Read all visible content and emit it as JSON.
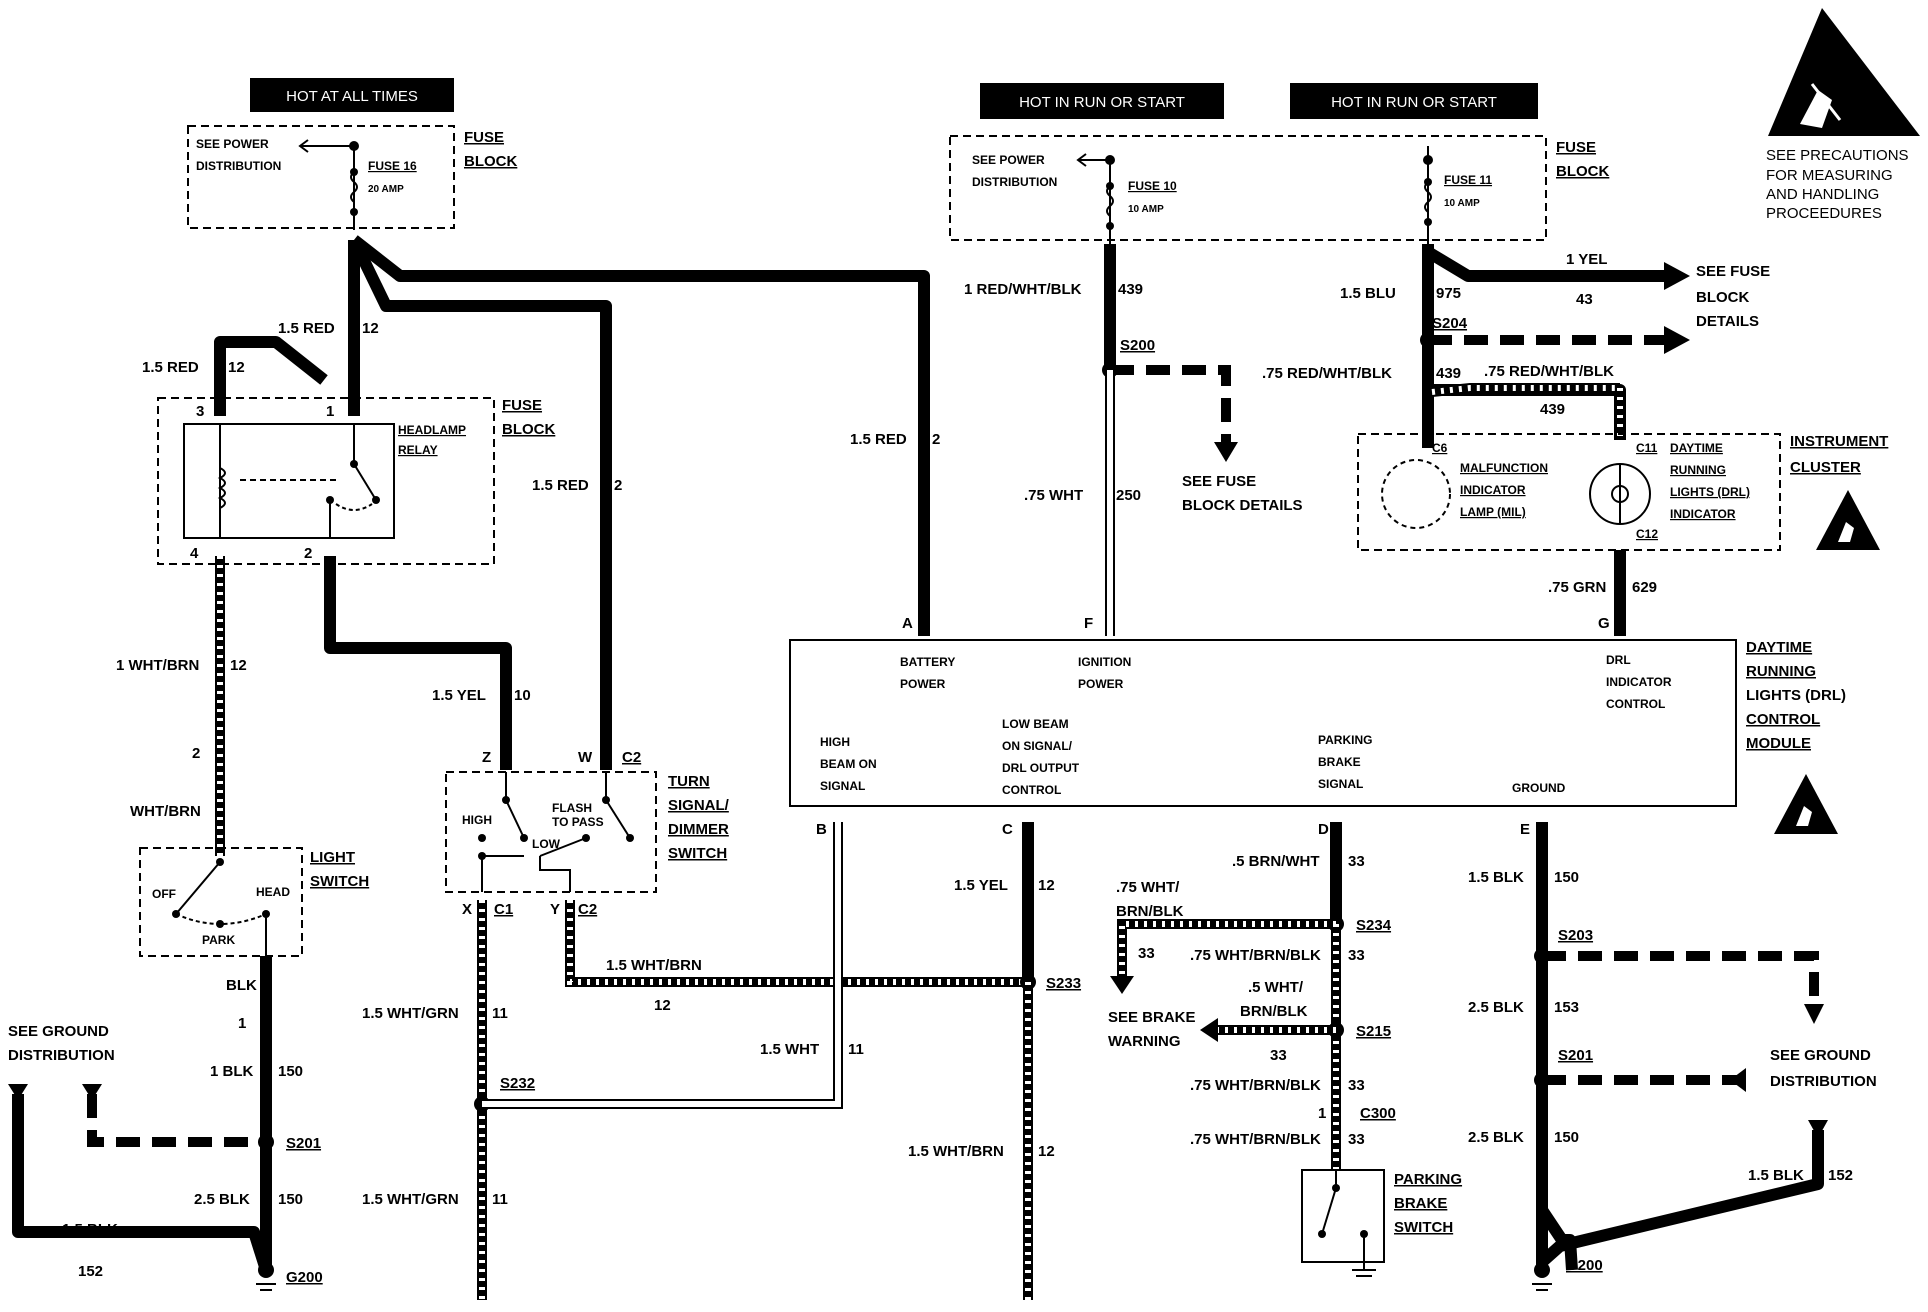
{
  "banners": {
    "hot_all": "HOT AT ALL TIMES",
    "hot_run1": "HOT IN RUN OR START",
    "hot_run2": "HOT IN RUN OR START"
  },
  "precautions": {
    "l1": "SEE PRECAUTIONS",
    "l2": "FOR MEASURING",
    "l3": "AND HANDLING",
    "l4": "PROCEEDURES"
  },
  "fuse_block_left": {
    "see1": "SEE POWER",
    "see2": "DISTRIBUTION",
    "fuse": "FUSE 16",
    "amp": "20 AMP",
    "title1": "FUSE",
    "title2": "BLOCK"
  },
  "fuse_block_right": {
    "see1": "SEE POWER",
    "see2": "DISTRIBUTION",
    "fuse10": "FUSE 10",
    "amp10": "10 AMP",
    "fuse11": "FUSE 11",
    "amp11": "10 AMP",
    "title1": "FUSE",
    "title2": "BLOCK"
  },
  "relay": {
    "title1": "FUSE",
    "title2": "BLOCK",
    "name1": "HEADLAMP",
    "name2": "RELAY",
    "p3": "3",
    "p1": "1",
    "p4": "4",
    "p2": "2"
  },
  "wires": {
    "red12a": "1.5 RED",
    "n12a": "12",
    "red12b": "1.5 RED",
    "n12b": "12",
    "red2a": "1.5 RED",
    "n2a": "2",
    "red2b": "1.5 RED",
    "n2b": "2",
    "whtbrn12": "1 WHT/BRN",
    "n_whtbrn12": "12",
    "conn2": "2",
    "whtbrn": "WHT/BRN",
    "yel10": "1.5 YEL",
    "n_yel10": "10",
    "blk": "BLK",
    "conn1": "1",
    "blk150a": "1 BLK",
    "n150a": "150",
    "blk150b": "2.5 BLK",
    "n150b": "150",
    "blk152": "1.5 BLK",
    "n152": "152",
    "whtgrn11a": "1.5 WHT/GRN",
    "n11a": "11",
    "whtgrn11b": "1.5 WHT/GRN",
    "n11b": "11",
    "whtbrn12c": "1.5 WHT/BRN",
    "n12c": "12",
    "wht11": "1.5 WHT",
    "n11c": "11",
    "yel12": "1.5 YEL",
    "n_yel12": "12",
    "whtbrn12d": "1.5 WHT/BRN",
    "n12d": "12",
    "redwhtblk439": "1 RED/WHT/BLK",
    "n439": "439",
    "wht250": ".75 WHT",
    "n250": "250",
    "blu975": "1.5 BLU",
    "n975": "975",
    "yel43": "1 YEL",
    "n43": "43",
    "rwb439a": ".75 RED/WHT/BLK",
    "n439a": "439",
    "rwb439b": ".75 RED/WHT/BLK",
    "n439b": "439",
    "grn629": ".75 GRN",
    "n629": "629",
    "brnwht33": ".5 BRN/WHT",
    "n33a": "33",
    "wbb33a1": ".75 WHT/",
    "wbb33a2": "BRN/BLK",
    "n33b": "33",
    "wbb33c": ".75 WHT/BRN/BLK",
    "n33c": "33",
    "wbb33d1": ".5 WHT/",
    "wbb33d2": "BRN/BLK",
    "n33d": "33",
    "wbb33e": ".75 WHT/BRN/BLK",
    "n33e": "33",
    "wbb33f": ".75 WHT/BRN/BLK",
    "n33f": "33",
    "blk150c": "1.5 BLK",
    "n150c": "150",
    "blk153": "2.5 BLK",
    "n153": "153",
    "blk150d": "2.5 BLK",
    "n150d": "150",
    "blk152b": "1.5 BLK",
    "n152b": "152"
  },
  "splices": {
    "s200": "S200",
    "s204": "S204",
    "s201a": "S201",
    "s232": "S232",
    "s233": "S233",
    "s234": "S234",
    "s215": "S215",
    "s203": "S203",
    "s201b": "S201",
    "c300": "C300",
    "c300n": "1"
  },
  "grounds": {
    "g200a": "G200",
    "g200b": "G200"
  },
  "refs": {
    "see_fuse1": "SEE FUSE",
    "see_fuse2": "BLOCK DETAILS",
    "see_fuse3": "SEE FUSE",
    "see_fuse4": "BLOCK",
    "see_fuse5": "DETAILS",
    "see_gnd1": "SEE GROUND",
    "see_gnd2": "DISTRIBUTION",
    "see_gnd3": "SEE GROUND",
    "see_gnd4": "DISTRIBUTION",
    "brake1": "SEE BRAKE",
    "brake2": "WARNING"
  },
  "turn_switch": {
    "title1": "TURN",
    "title2": "SIGNAL/",
    "title3": "DIMMER",
    "title4": "SWITCH",
    "z": "Z",
    "w": "W",
    "c2": "C2",
    "high": "HIGH",
    "flash1": "FLASH",
    "flash2": "TO PASS",
    "low": "LOW",
    "x": "X",
    "c1": "C1",
    "y": "Y",
    "c2b": "C2"
  },
  "light_switch": {
    "title1": "LIGHT",
    "title2": "SWITCH",
    "off": "OFF",
    "head": "HEAD",
    "park": "PARK"
  },
  "cluster": {
    "title1": "INSTRUMENT",
    "title2": "CLUSTER",
    "c6": "C6",
    "c11": "C11",
    "c12": "C12",
    "mil1": "MALFUNCTION",
    "mil2": "INDICATOR",
    "mil3": "LAMP (MIL)",
    "drl1": "DAYTIME",
    "drl2": "RUNNING",
    "drl3": "LIGHTS (DRL)",
    "drl4": "INDICATOR"
  },
  "module": {
    "title1": "DAYTIME",
    "title2": "RUNNING",
    "title3": "LIGHTS (DRL)",
    "title4": "CONTROL",
    "title5": "MODULE",
    "a": "A",
    "f": "F",
    "g": "G",
    "b": "B",
    "c": "C",
    "d": "D",
    "e": "E",
    "bat1": "BATTERY",
    "bat2": "POWER",
    "ign1": "IGNITION",
    "ign2": "POWER",
    "drl1": "DRL",
    "drl2": "INDICATOR",
    "drl3": "CONTROL",
    "hb1": "HIGH",
    "hb2": "BEAM ON",
    "hb3": "SIGNAL",
    "lb1": "LOW BEAM",
    "lb2": "ON SIGNAL/",
    "lb3": "DRL OUTPUT",
    "lb4": "CONTROL",
    "pb1": "PARKING",
    "pb2": "BRAKE",
    "pb3": "SIGNAL",
    "gnd": "GROUND"
  },
  "pbswitch": {
    "t1": "PARKING",
    "t2": "BRAKE",
    "t3": "SWITCH"
  }
}
